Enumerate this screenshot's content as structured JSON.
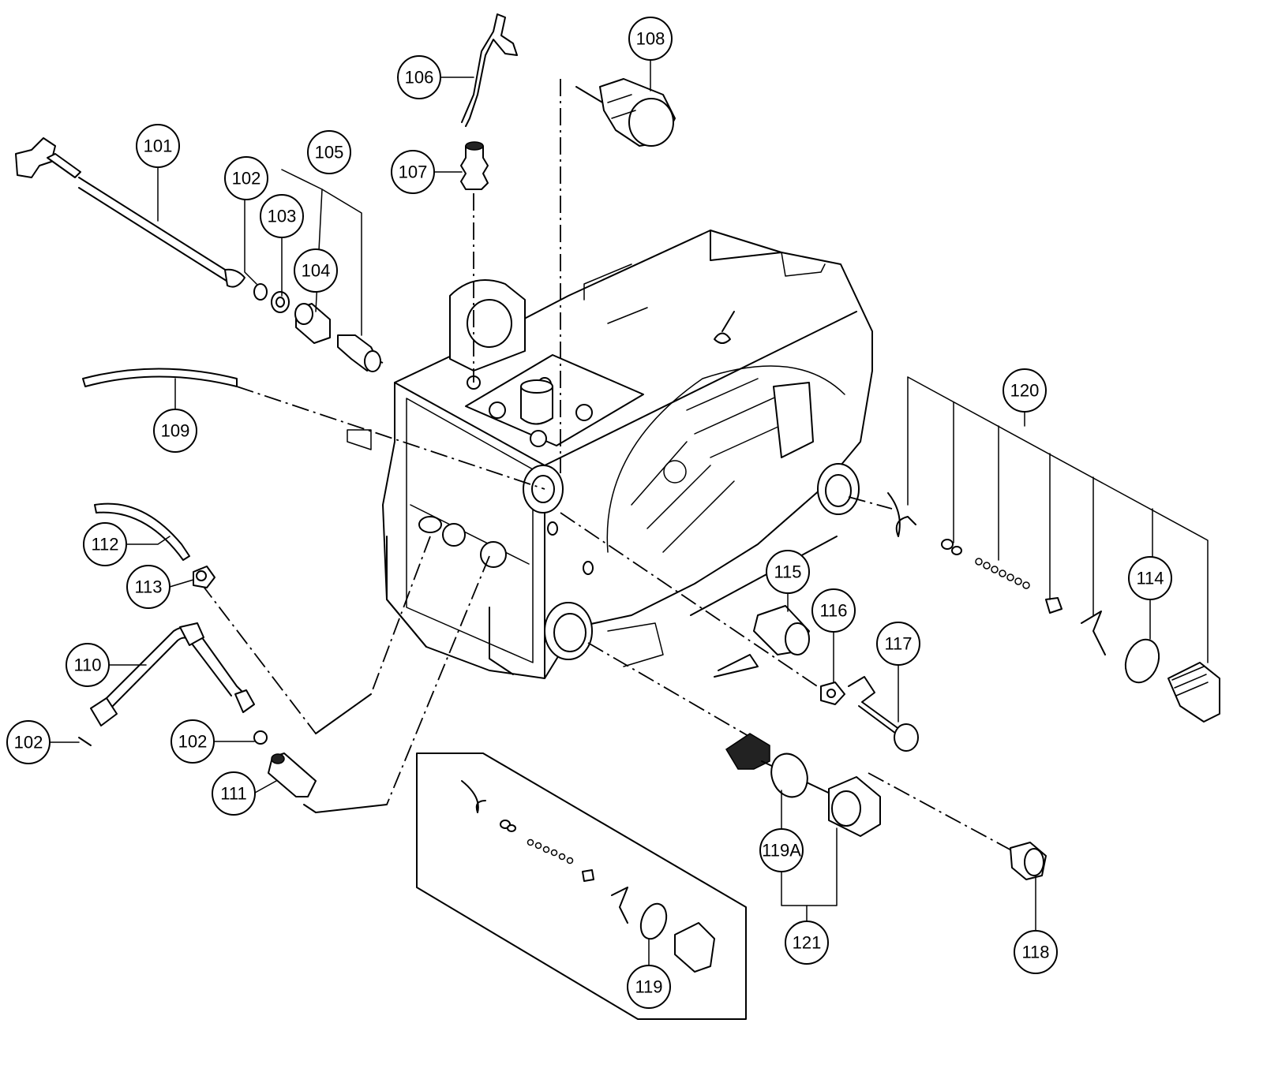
{
  "callouts": [
    {
      "id": "c101",
      "label": "101"
    },
    {
      "id": "c102a",
      "label": "102"
    },
    {
      "id": "c103",
      "label": "103"
    },
    {
      "id": "c104",
      "label": "104"
    },
    {
      "id": "c105",
      "label": "105"
    },
    {
      "id": "c106",
      "label": "106"
    },
    {
      "id": "c107",
      "label": "107"
    },
    {
      "id": "c108",
      "label": "108"
    },
    {
      "id": "c109",
      "label": "109"
    },
    {
      "id": "c110",
      "label": "110"
    },
    {
      "id": "c102b",
      "label": "102"
    },
    {
      "id": "c102c",
      "label": "102"
    },
    {
      "id": "c111",
      "label": "111"
    },
    {
      "id": "c112",
      "label": "112"
    },
    {
      "id": "c113",
      "label": "113"
    },
    {
      "id": "c114",
      "label": "114"
    },
    {
      "id": "c115",
      "label": "115"
    },
    {
      "id": "c116",
      "label": "116"
    },
    {
      "id": "c117",
      "label": "117"
    },
    {
      "id": "c118",
      "label": "118"
    },
    {
      "id": "c119",
      "label": "119"
    },
    {
      "id": "c119A",
      "label": "119A"
    },
    {
      "id": "c120",
      "label": "120"
    },
    {
      "id": "c121",
      "label": "121"
    }
  ]
}
